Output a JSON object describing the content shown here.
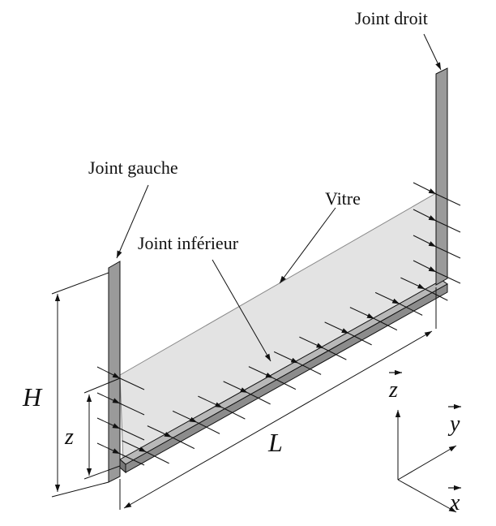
{
  "labels": {
    "joint_droit": "Joint droit",
    "joint_gauche": "Joint gauche",
    "vitre": "Vitre",
    "joint_inferieur": "Joint inférieur"
  },
  "symbols": {
    "H": "H",
    "z": "z",
    "L": "L"
  },
  "axes": {
    "z": "z",
    "y": "y",
    "x": "x"
  },
  "colors": {
    "glass": "#e3e3e3",
    "seal": "#9a9a9a",
    "stroke": "#111111",
    "glass_edge": "#777777"
  }
}
